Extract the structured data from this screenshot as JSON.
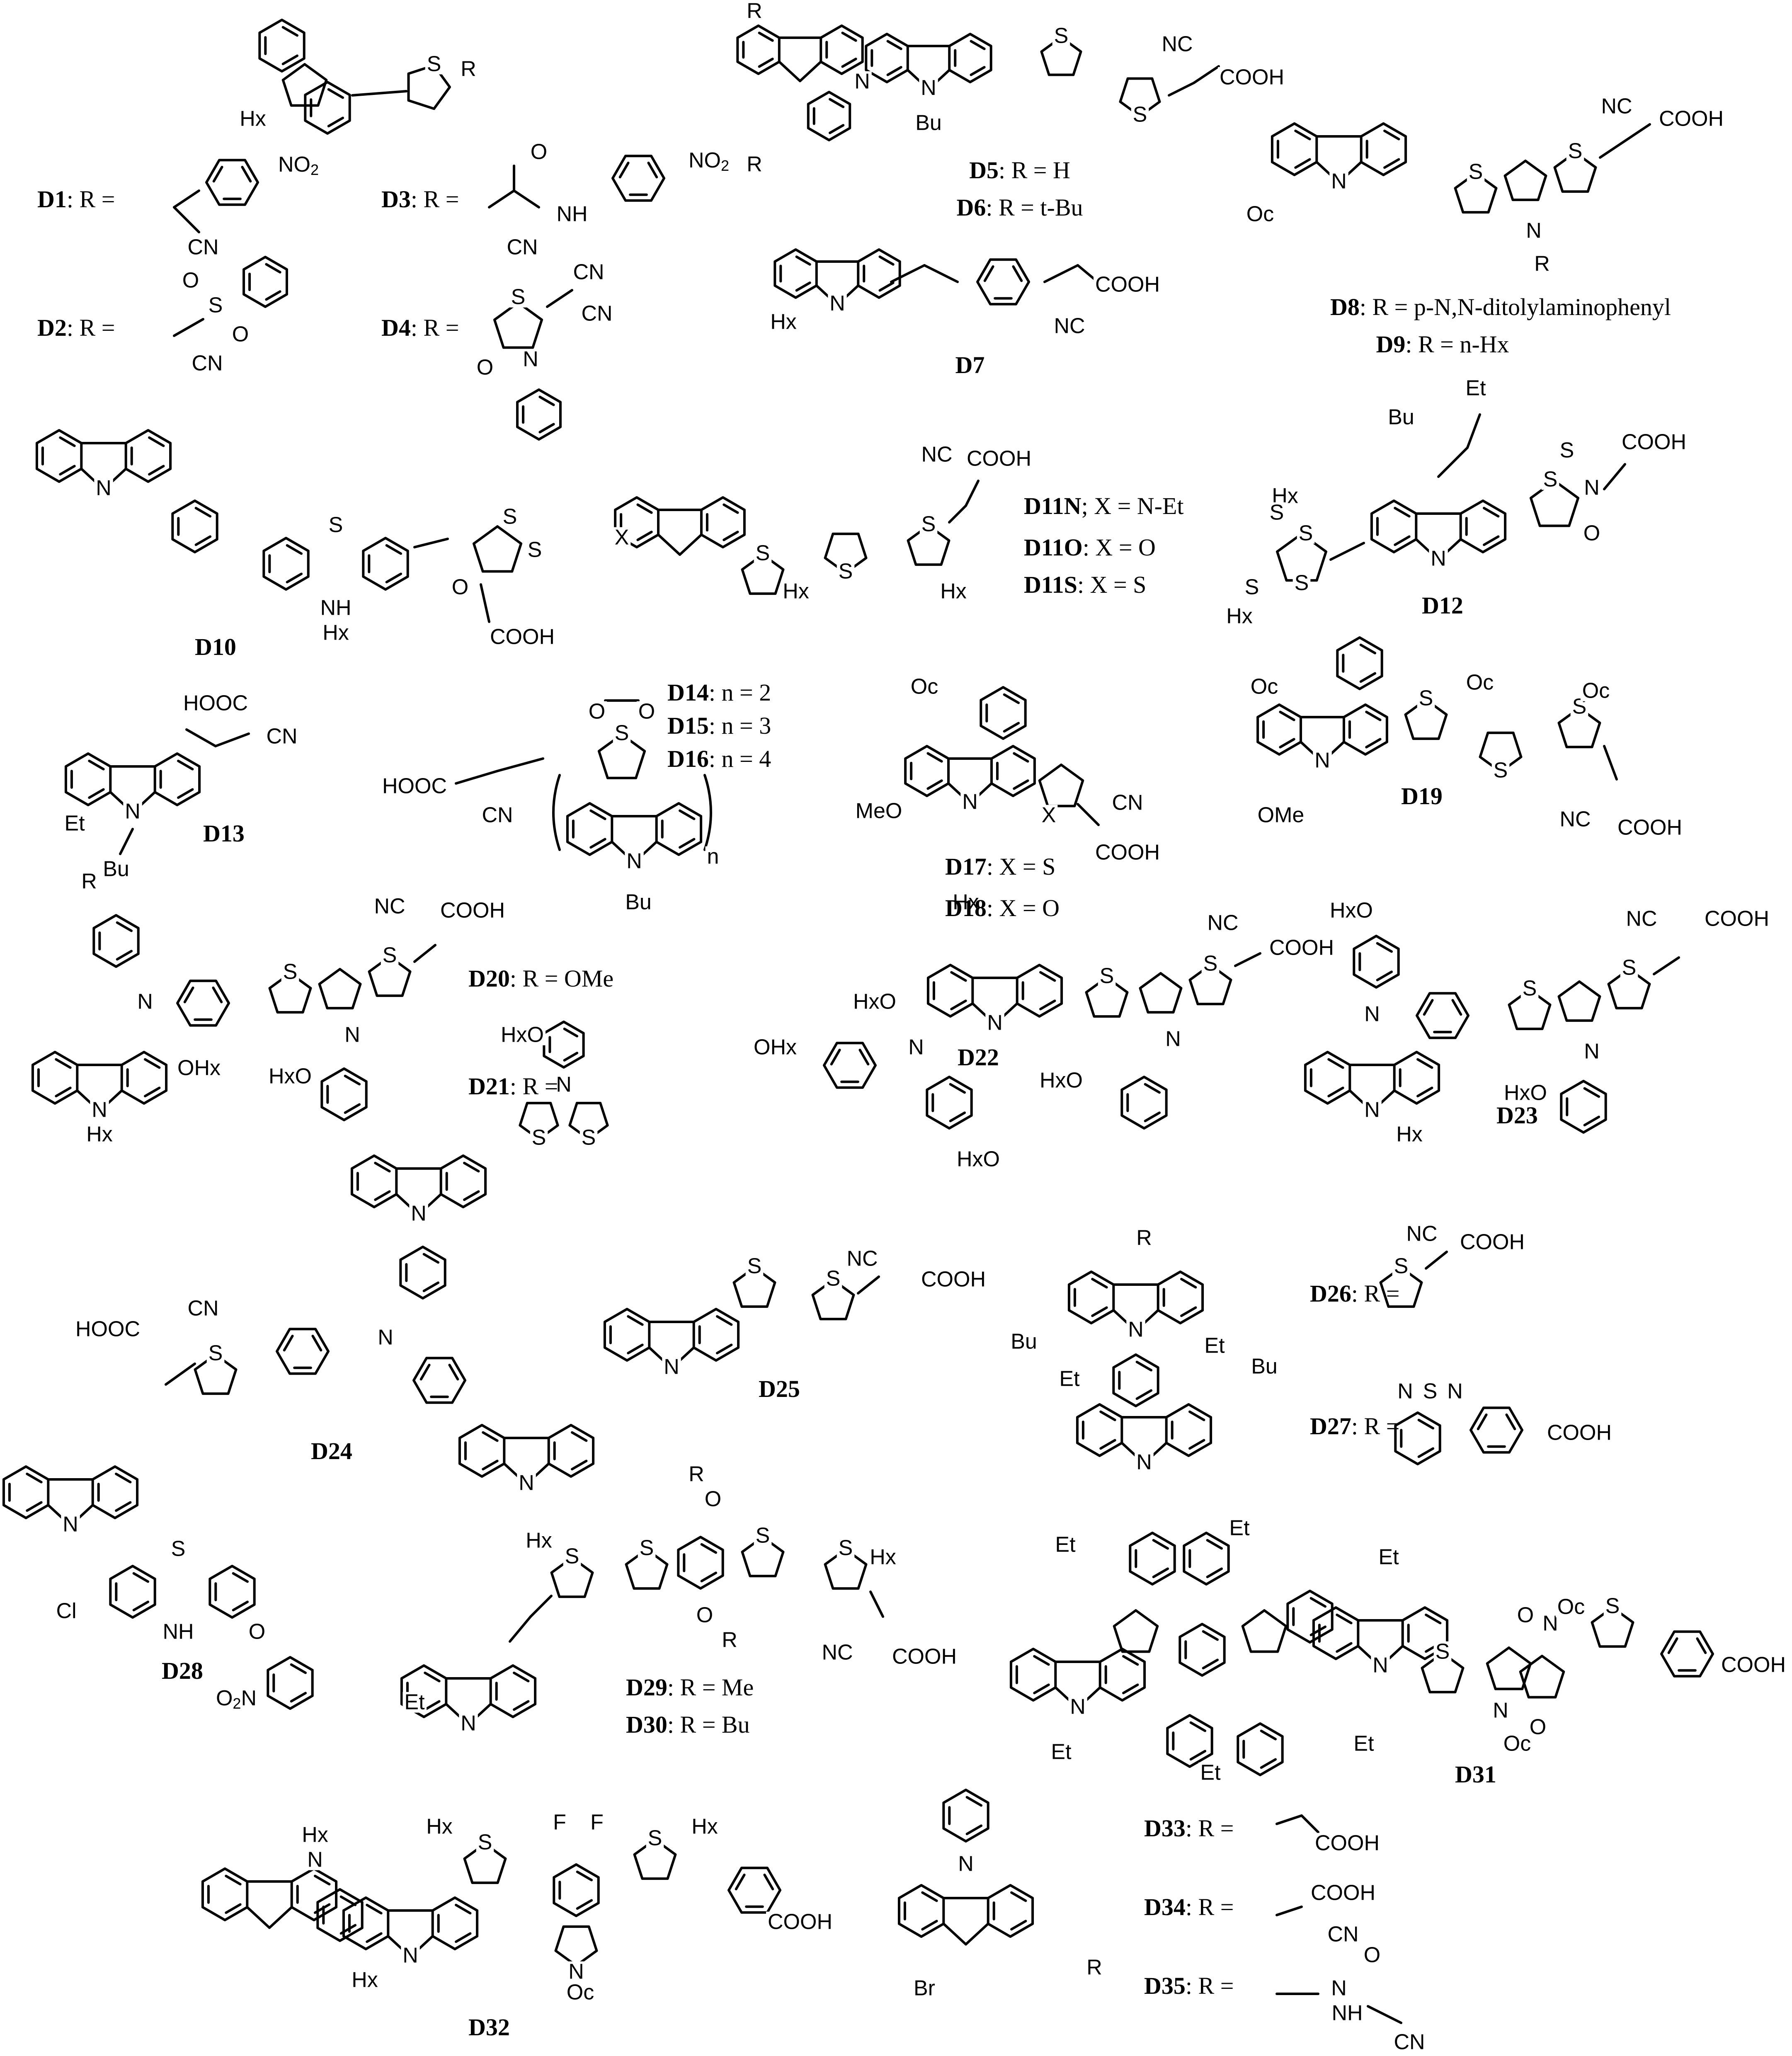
{
  "figure": {
    "captions": [
      {
        "id": "D1",
        "rest": ": R ="
      },
      {
        "id": "D2",
        "rest": ": R ="
      },
      {
        "id": "D3",
        "rest": ": R ="
      },
      {
        "id": "D4",
        "rest": ": R ="
      },
      {
        "id": "D5",
        "rest": ": R = H"
      },
      {
        "id": "D6",
        "rest": ": R = t-Bu"
      },
      {
        "id": "D7",
        "rest": ""
      },
      {
        "id": "D8",
        "rest": ": R = p-N,N-ditolylaminophenyl"
      },
      {
        "id": "D9",
        "rest": ": R = n-Hx"
      },
      {
        "id": "D10",
        "rest": ""
      },
      {
        "id": "D11N",
        "rest": "; X = N-Et"
      },
      {
        "id": "D11O",
        "rest": ": X = O"
      },
      {
        "id": "D11S",
        "rest": ": X = S"
      },
      {
        "id": "D12",
        "rest": ""
      },
      {
        "id": "D13",
        "rest": ""
      },
      {
        "id": "D14",
        "rest": ": n = 2"
      },
      {
        "id": "D15",
        "rest": ": n = 3"
      },
      {
        "id": "D16",
        "rest": ": n = 4"
      },
      {
        "id": "D17",
        "rest": ": X = S"
      },
      {
        "id": "D18",
        "rest": ": X = O"
      },
      {
        "id": "D19",
        "rest": ""
      },
      {
        "id": "D20",
        "rest": ": R = OMe"
      },
      {
        "id": "D21",
        "rest": ": R ="
      },
      {
        "id": "D22",
        "rest": ""
      },
      {
        "id": "D23",
        "rest": ""
      },
      {
        "id": "D24",
        "rest": ""
      },
      {
        "id": "D25",
        "rest": ""
      },
      {
        "id": "D26",
        "rest": ": R ="
      },
      {
        "id": "D27",
        "rest": ": R ="
      },
      {
        "id": "D28",
        "rest": ""
      },
      {
        "id": "D29",
        "rest": ": R = Me"
      },
      {
        "id": "D30",
        "rest": ": R = Bu"
      },
      {
        "id": "D31",
        "rest": ""
      },
      {
        "id": "D32",
        "rest": ""
      },
      {
        "id": "D33",
        "rest": ": R ="
      },
      {
        "id": "D34",
        "rest": ": R ="
      },
      {
        "id": "D35",
        "rest": ": R ="
      }
    ],
    "atoms": {
      "hx": "Hx",
      "s": "S",
      "r": "R",
      "no2": "NO2",
      "o2n": "O2N",
      "cn": "CN",
      "nc": "NC",
      "o": "O",
      "nh": "NH",
      "n": "N",
      "cooh": "COOH",
      "hooc": "HOOC",
      "bu": "Bu",
      "oc": "Oc",
      "et": "Et",
      "x": "X",
      "meo": "MeO",
      "ome": "OMe",
      "hxo": "HxO",
      "ohx": "OHx",
      "f": "F",
      "cl": "Cl",
      "br": "Br",
      "subscript_n": "n"
    }
  }
}
